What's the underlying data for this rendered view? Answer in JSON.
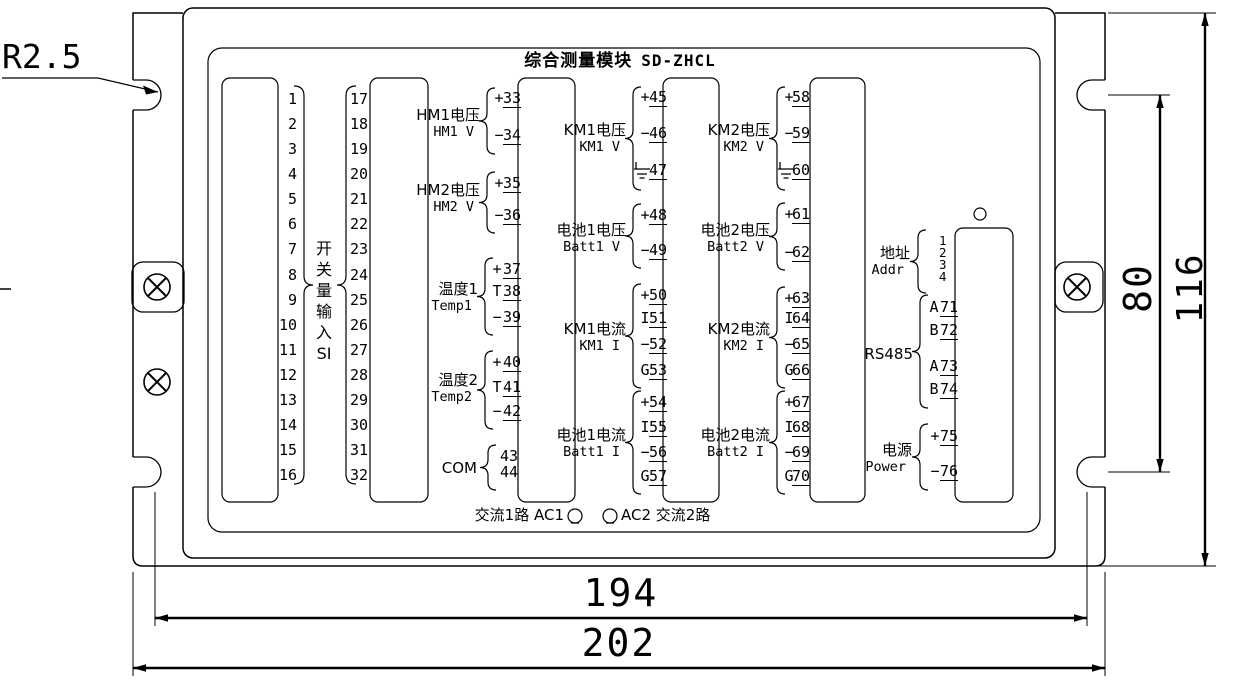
{
  "title": {
    "zh": "综合测量模块",
    "model": "SD-ZHCL"
  },
  "si": {
    "label_chars": [
      "开",
      "关",
      "量",
      "输",
      "入",
      "SI"
    ],
    "left_pins": [
      "1",
      "2",
      "3",
      "4",
      "5",
      "6",
      "7",
      "8",
      "9",
      "10",
      "11",
      "12",
      "13",
      "14",
      "15",
      "16"
    ],
    "right_pins": [
      "17",
      "18",
      "19",
      "20",
      "21",
      "22",
      "23",
      "24",
      "25",
      "26",
      "27",
      "28",
      "29",
      "30",
      "31",
      "32"
    ]
  },
  "groups": [
    {
      "id": "hm1v",
      "zh": "HM1电压",
      "en": "HM1 V",
      "pins": [
        {
          "s": "+",
          "n": "33"
        },
        {
          "s": "−",
          "n": "34"
        }
      ]
    },
    {
      "id": "hm2v",
      "zh": "HM2电压",
      "en": "HM2 V",
      "pins": [
        {
          "s": "+",
          "n": "35"
        },
        {
          "s": "−",
          "n": "36"
        }
      ]
    },
    {
      "id": "temp1",
      "zh": "温度1",
      "en": "Temp1",
      "pins": [
        {
          "s": "+",
          "n": "37"
        },
        {
          "s": "T",
          "n": "38"
        },
        {
          "s": "−",
          "n": "39"
        }
      ]
    },
    {
      "id": "temp2",
      "zh": "温度2",
      "en": "Temp2",
      "pins": [
        {
          "s": "+",
          "n": "40"
        },
        {
          "s": "T",
          "n": "41"
        },
        {
          "s": "−",
          "n": "42"
        }
      ]
    },
    {
      "id": "com",
      "zh": "COM",
      "en": "",
      "pins": [
        {
          "s": "",
          "n": "43"
        },
        {
          "s": "",
          "n": "44"
        }
      ]
    },
    {
      "id": "km1v",
      "zh": "KM1电压",
      "en": "KM1 V",
      "pins": [
        {
          "s": "+",
          "n": "45"
        },
        {
          "s": "−",
          "n": "46"
        },
        {
          "s": "GND",
          "n": "47"
        }
      ]
    },
    {
      "id": "batt1v",
      "zh": "电池1电压",
      "en": "Batt1 V",
      "pins": [
        {
          "s": "+",
          "n": "48"
        },
        {
          "s": "−",
          "n": "49"
        }
      ]
    },
    {
      "id": "km1i",
      "zh": "KM1电流",
      "en": "KM1 I",
      "pins": [
        {
          "s": "+",
          "n": "50"
        },
        {
          "s": "I",
          "n": "51"
        },
        {
          "s": "−",
          "n": "52"
        },
        {
          "s": "G",
          "n": "53"
        }
      ]
    },
    {
      "id": "batt1i",
      "zh": "电池1电流",
      "en": "Batt1 I",
      "pins": [
        {
          "s": "+",
          "n": "54"
        },
        {
          "s": "I",
          "n": "55"
        },
        {
          "s": "−",
          "n": "56"
        },
        {
          "s": "G",
          "n": "57"
        }
      ]
    },
    {
      "id": "km2v",
      "zh": "KM2电压",
      "en": "KM2 V",
      "pins": [
        {
          "s": "+",
          "n": "58"
        },
        {
          "s": "−",
          "n": "59"
        },
        {
          "s": "GND",
          "n": "60"
        }
      ]
    },
    {
      "id": "batt2v",
      "zh": "电池2电压",
      "en": "Batt2 V",
      "pins": [
        {
          "s": "+",
          "n": "61"
        },
        {
          "s": "−",
          "n": "62"
        }
      ]
    },
    {
      "id": "km2i",
      "zh": "KM2电流",
      "en": "KM2 I",
      "pins": [
        {
          "s": "+",
          "n": "63"
        },
        {
          "s": "I",
          "n": "64"
        },
        {
          "s": "−",
          "n": "65"
        },
        {
          "s": "G",
          "n": "66"
        }
      ]
    },
    {
      "id": "batt2i",
      "zh": "电池2电流",
      "en": "Batt2 I",
      "pins": [
        {
          "s": "+",
          "n": "67"
        },
        {
          "s": "I",
          "n": "68"
        },
        {
          "s": "−",
          "n": "69"
        },
        {
          "s": "G",
          "n": "70"
        }
      ]
    },
    {
      "id": "addr",
      "zh": "地址",
      "en": "Addr",
      "pins": [
        {
          "s": "",
          "n": "1"
        },
        {
          "s": "",
          "n": "2"
        },
        {
          "s": "",
          "n": "3"
        },
        {
          "s": "",
          "n": "4"
        }
      ]
    },
    {
      "id": "rs485",
      "zh": "RS485",
      "en": "",
      "pins": [
        {
          "s": "A",
          "n": "71"
        },
        {
          "s": "B",
          "n": "72"
        },
        {
          "s": "A",
          "n": "73"
        },
        {
          "s": "B",
          "n": "74"
        }
      ]
    },
    {
      "id": "power",
      "zh": "电源",
      "en": "Power",
      "pins": [
        {
          "s": "+",
          "n": "75"
        },
        {
          "s": "−",
          "n": "76"
        }
      ]
    }
  ],
  "ac": {
    "left": "交流1路 AC1",
    "right": "AC2 交流2路"
  },
  "dims": {
    "r": "R2.5",
    "inner_w": "194",
    "outer_w": "202",
    "inner_h": "80",
    "outer_h": "116"
  }
}
